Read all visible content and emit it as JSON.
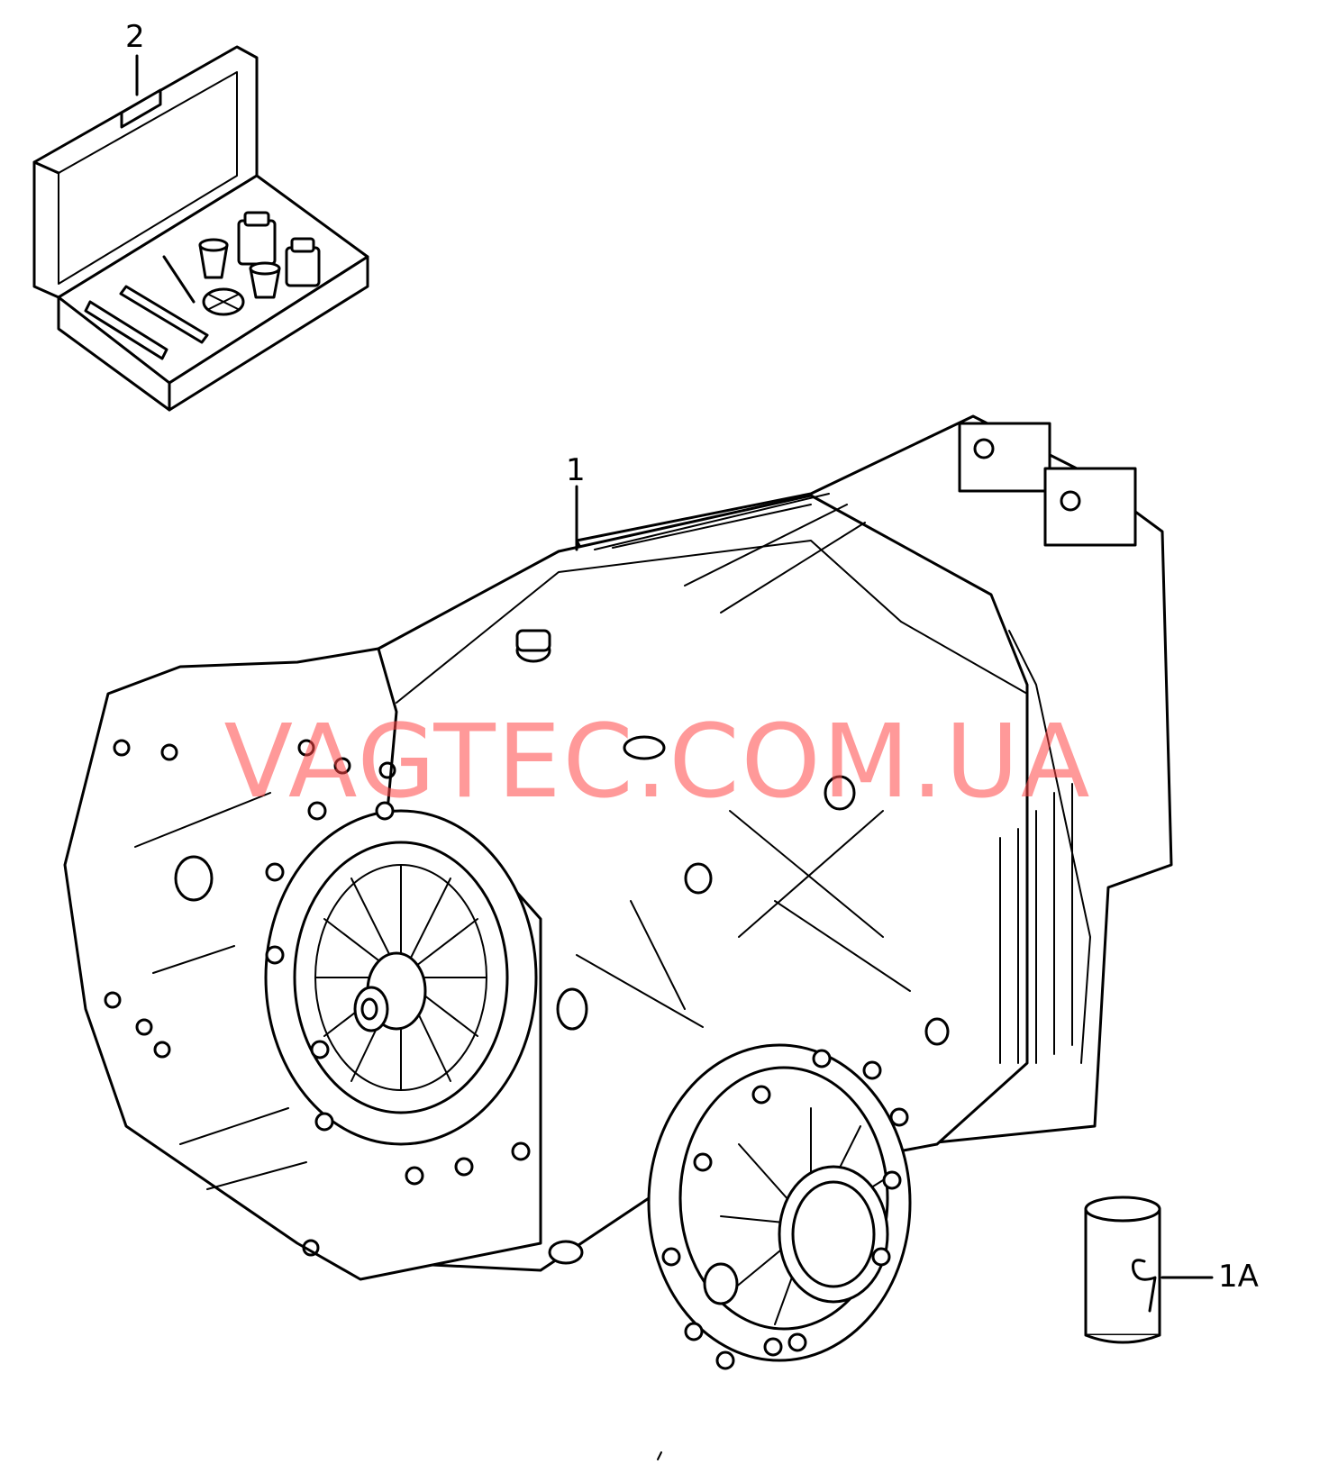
{
  "callouts": {
    "kit": "2",
    "gearbox": "1",
    "oil_can": "1A"
  },
  "watermark": {
    "text": "VAGTEC.COM.UA"
  },
  "colors": {
    "line": "#000000",
    "background": "#ffffff",
    "watermark": "#ff4646"
  }
}
